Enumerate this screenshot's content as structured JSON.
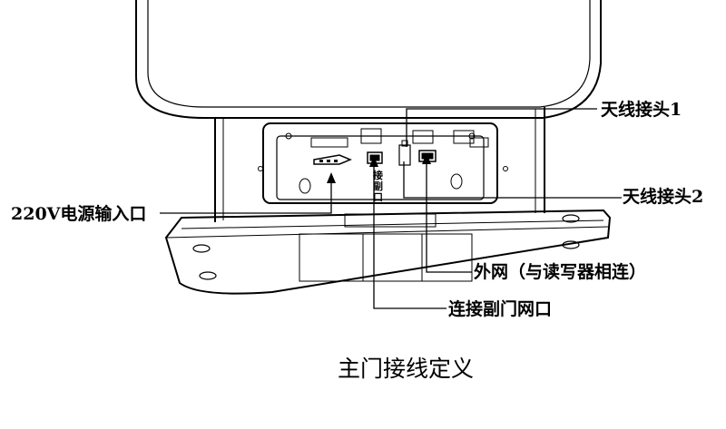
{
  "labels": {
    "antenna1": "天线接头1",
    "antenna2": "天线接头2",
    "power": "220V电源输入口",
    "external_net": "外网（与读写器相连）",
    "sub_door_net": "连接副门网口",
    "port_text": "接",
    "port_text2": "副",
    "port_text3": "口"
  },
  "caption": "主门接线定义"
}
